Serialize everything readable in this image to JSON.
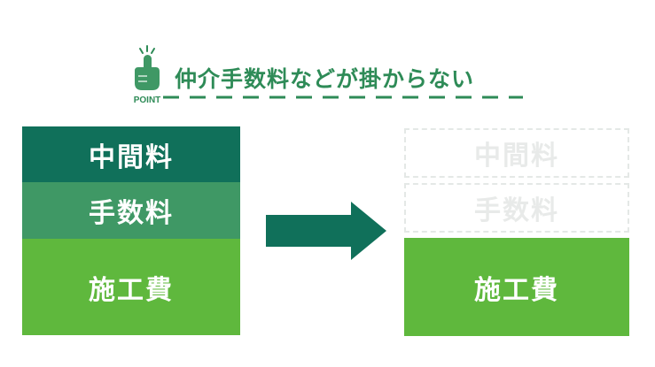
{
  "header": {
    "point_label": "POINT",
    "headline": "仲介手数料などが掛からない"
  },
  "before": {
    "blocks": [
      "中間料",
      "手数料",
      "施工費"
    ]
  },
  "after": {
    "ghost_blocks": [
      "中間料",
      "手数料"
    ],
    "remaining_block": "施工費"
  },
  "colors": {
    "dark_green": "#10705a",
    "mid_green": "#3f9865",
    "bright_green": "#5fb83d",
    "accent_green": "#2e8b57"
  },
  "icons": {
    "point": "pointing-finger-icon",
    "arrow": "right-arrow-icon"
  }
}
